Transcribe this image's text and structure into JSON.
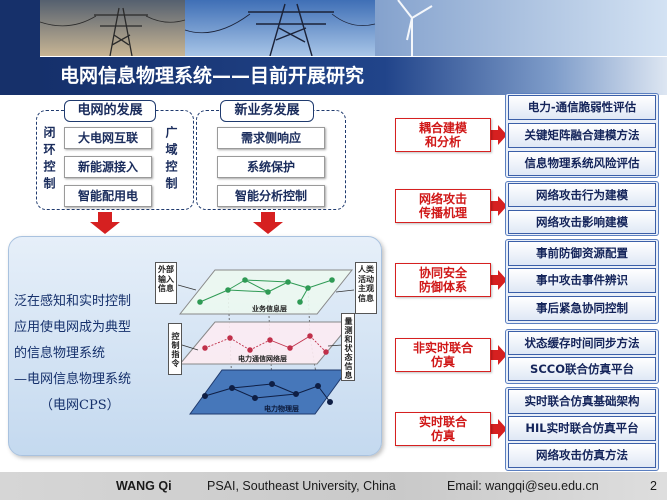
{
  "slide": {
    "title": "电网信息物理系统——目前开展研究",
    "page_number": "2"
  },
  "grid_development": {
    "title": "电网的发展",
    "side_left": "闭环控制",
    "side_right": "广域控制",
    "items": [
      "大电网互联",
      "新能源接入",
      "智能配用电"
    ]
  },
  "new_business": {
    "title": "新业务发展",
    "items": [
      "需求侧响应",
      "系统保护",
      "智能分析控制"
    ]
  },
  "cps_panel": {
    "text_lines": [
      "泛在感知和实时控制",
      "应用使电网成为典型",
      "的信息物理系统",
      "—电网信息物理系统",
      "（电网CPS）"
    ],
    "layers": {
      "business": "业务信息层",
      "communication": "电力通信网络层",
      "physical": "电力物理层"
    },
    "labels": {
      "external_input": "外部输入信息",
      "control_command": "控制指令",
      "human_activity": "人类活动主观信息",
      "measurement_state": "量测和状态信息"
    }
  },
  "research_areas": [
    {
      "label_lines": [
        "耦合建模",
        "和分析"
      ],
      "items": [
        "电力-通信脆弱性评估",
        "关键矩阵融合建模方法",
        "信息物理系统风险评估"
      ]
    },
    {
      "label_lines": [
        "网络攻击",
        "传播机理"
      ],
      "items": [
        "网络攻击行为建模",
        "网络攻击影响建模"
      ]
    },
    {
      "label_lines": [
        "协同安全",
        "防御体系"
      ],
      "items": [
        "事前防御资源配置",
        "事中攻击事件辨识",
        "事后紧急协同控制"
      ]
    },
    {
      "label_lines": [
        "非实时联合",
        "仿真"
      ],
      "items": [
        "状态缓存时间同步方法",
        "SCCO联合仿真平台"
      ]
    },
    {
      "label_lines": [
        "实时联合",
        "仿真"
      ],
      "items": [
        "实时联合仿真基础架构",
        "HIL实时联合仿真平台",
        "网络攻击仿真方法"
      ]
    }
  ],
  "footer": {
    "author": "WANG Qi",
    "affiliation": "PSAI, Southeast University, China",
    "email": "Email: wangqi@seu.edu.cn"
  },
  "colors": {
    "title_bar": "#15306b",
    "accent_red": "#d62020",
    "item_border": "#3b5fa8",
    "panel_blue": "#c4d9ef"
  }
}
